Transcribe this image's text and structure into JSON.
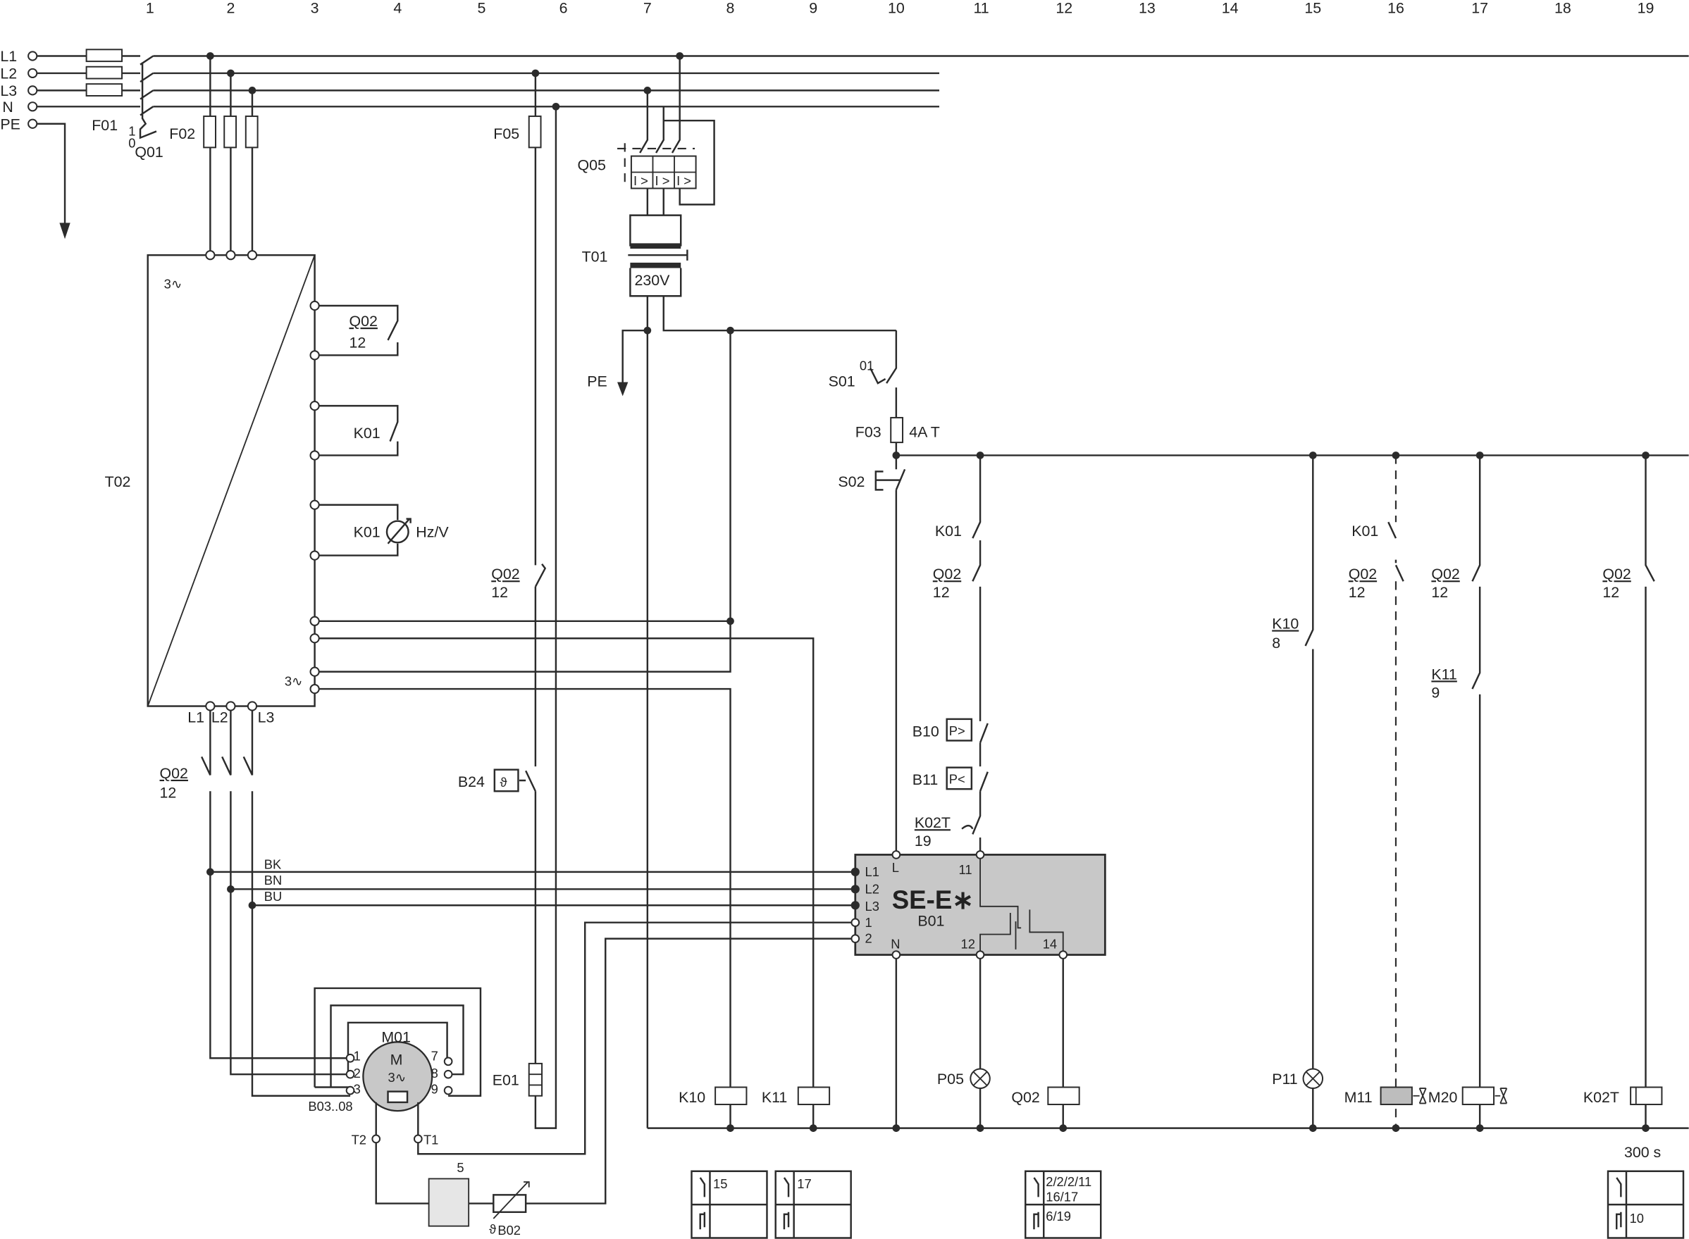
{
  "columns": [
    "1",
    "2",
    "3",
    "4",
    "5",
    "6",
    "7",
    "8",
    "9",
    "10",
    "11",
    "12",
    "13",
    "14",
    "15",
    "16",
    "17",
    "18",
    "19"
  ],
  "supply": {
    "L1": "L1",
    "L2": "L2",
    "L3": "L3",
    "N": "N",
    "PE": "PE"
  },
  "left": {
    "F01": "F01",
    "Q01": "Q01",
    "Q01_pos1": "1",
    "Q01_pos0": "0",
    "F02": "F02",
    "F05": "F05",
    "Q05": "Q05",
    "T01": "T01",
    "T01_voltage": "230V",
    "PE": "PE",
    "overcurrent": "I >"
  },
  "T02": {
    "name": "T02",
    "in_phase": "3∿",
    "out_phase": "3∿",
    "out_L1": "L1",
    "out_L2": "L2",
    "out_L3": "L3",
    "q02_ref": "Q02",
    "q02_col": "12",
    "k01_a": "K01",
    "k01_b": "K01",
    "hzv": "Hz/V"
  },
  "f05_branch": {
    "q02_ref": "Q02",
    "q02_col": "12",
    "B24": "B24",
    "theta": "ϑ",
    "E01": "E01"
  },
  "motor": {
    "q02_ref": "Q02",
    "q02_col": "12",
    "BK": "BK",
    "BN": "BN",
    "BU": "BU",
    "M01": "M01",
    "M": "M",
    "phase": "3∿",
    "t1": "1",
    "t2": "2",
    "t3": "3",
    "t7": "7",
    "t8": "8",
    "t9": "9",
    "B03_08": "B03..08",
    "T2": "T2",
    "T1": "T1",
    "term5": "5",
    "B02": "B02",
    "theta": "ϑ"
  },
  "control": {
    "S01": "S01",
    "S01_pos": "01",
    "F03": "F03",
    "F03_rating": "4A T",
    "S02": "S02",
    "K01": "K01",
    "Q02": "Q02",
    "Q02_col": "12",
    "B10": "B10",
    "B10_sym": "P>",
    "B11": "B11",
    "B11_sym": "P<",
    "K02T": "K02T",
    "K02T_col": "19"
  },
  "B01": {
    "title": "SE-E∗",
    "name": "B01",
    "L": "L",
    "N": "N",
    "L1": "L1",
    "L2": "L2",
    "L3": "L3",
    "in1": "1",
    "in2": "2",
    "t11": "11",
    "t12": "12",
    "t14": "14"
  },
  "branches": {
    "K10_ref": "K10",
    "K10_col": "8",
    "c16_K01": "K01",
    "c16_Q02": "Q02",
    "c16_col": "12",
    "c17_Q02": "Q02",
    "c17_col": "12",
    "c17_K11": "K11",
    "c17_K11_col": "9",
    "c19_Q02": "Q02",
    "c19_col": "12"
  },
  "loads": {
    "K10": "K10",
    "K11": "K11",
    "P05": "P05",
    "Q02": "Q02",
    "P11": "P11",
    "M11": "M11",
    "M20": "M20",
    "K02T": "K02T",
    "K02T_time": "300 s"
  },
  "xref": {
    "K10_no": "15",
    "K11_no": "17",
    "Q02_no_1": "2/2/2/11",
    "Q02_no_2": "16/17",
    "Q02_nc": "6/19",
    "K02T_nc": "10"
  },
  "colors": {
    "line": "#2b2b2b",
    "module_fill": "#c8c8c8",
    "background": "#ffffff"
  }
}
